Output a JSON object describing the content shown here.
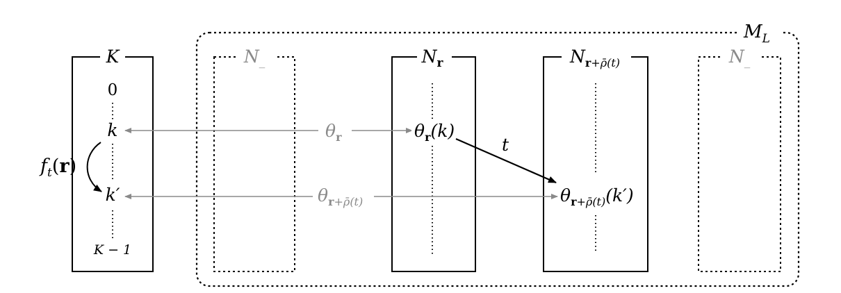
{
  "outer_box": {
    "label": "M",
    "label_sub": "L"
  },
  "box_k": {
    "label": "K",
    "top_value": "0",
    "row_k": "k",
    "row_kprime": "k′",
    "bottom_value": "K − 1"
  },
  "transition": {
    "func": "f",
    "func_sub": "t",
    "func_arg_open": "(",
    "func_arg": "r",
    "func_arg_close": ")"
  },
  "box_nminus_left": {
    "label": "N",
    "label_sub": "_"
  },
  "box_nr": {
    "label": "N",
    "label_sub": "r"
  },
  "box_nrp": {
    "label": "N",
    "label_sub_bold": "r",
    "label_sub_rest": "+ρ̄(t)"
  },
  "box_nminus_right": {
    "label": "N",
    "label_sub": "_"
  },
  "arrow_theta_r": {
    "label": "θ",
    "label_sub": "r"
  },
  "arrow_theta_rp": {
    "label": "θ",
    "label_sub_bold": "r",
    "label_sub_rest": "+ρ̄(t)"
  },
  "node_theta_r_k": {
    "label": "θ",
    "label_sub": "r",
    "arg": "(k)"
  },
  "node_theta_rp_kprime": {
    "label": "θ",
    "label_sub_bold": "r",
    "label_sub_rest": "+ρ̄(t)",
    "arg": "(k′)"
  },
  "edge_t": {
    "label": "t"
  },
  "colors": {
    "line": "#000000",
    "gray": "#8a8a8a"
  }
}
